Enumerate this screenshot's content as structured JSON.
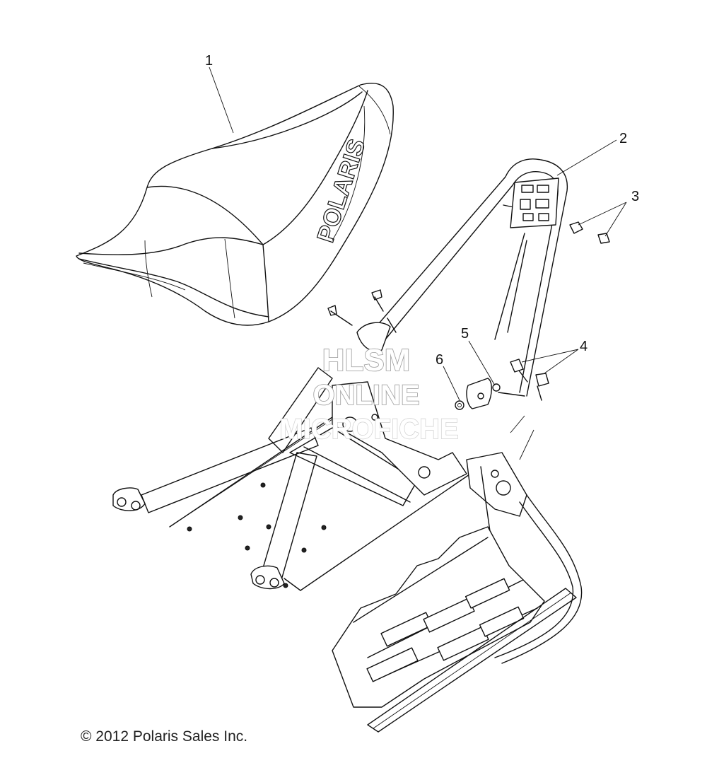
{
  "callouts": [
    "1",
    "2",
    "3",
    "4",
    "5",
    "6"
  ],
  "seat_logo": "POLARIS",
  "watermark": {
    "line1": "HLSM",
    "line2": "ONLINE",
    "line3": "MICROFICHE"
  },
  "copyright": "© 2012 Polaris Sales Inc."
}
